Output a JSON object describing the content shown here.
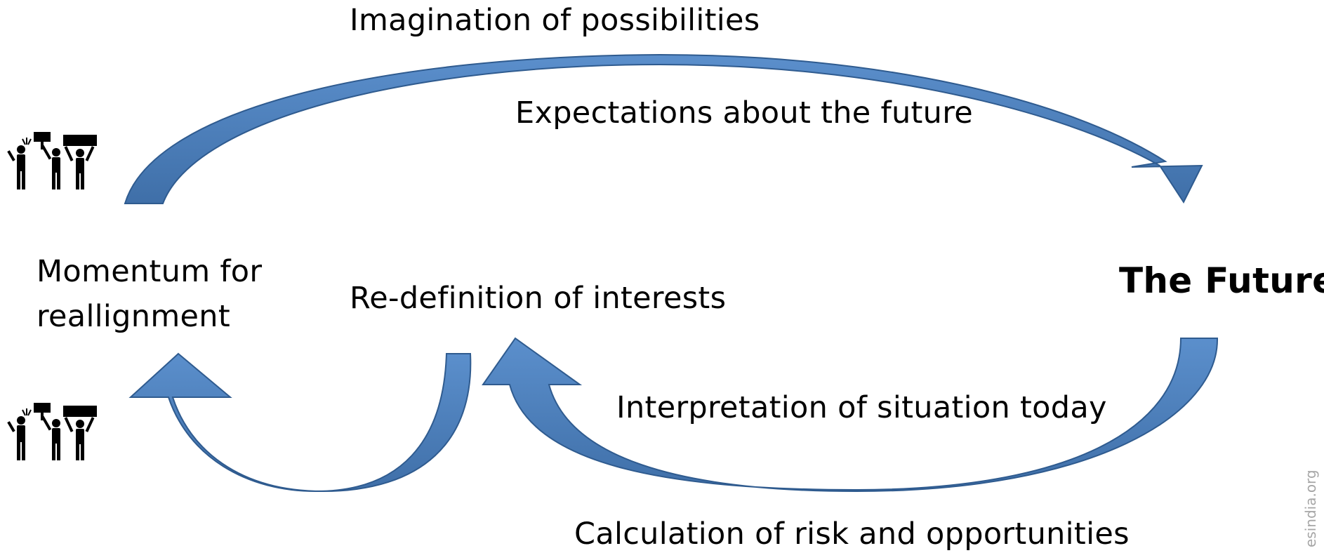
{
  "labels": {
    "imagination": "Imagination of possibilities",
    "expectations": "Expectations about the future",
    "momentum_line1": "Momentum for",
    "momentum_line2": "reallignment",
    "redefinition": "Re-definition of interests",
    "the_future": "The Future",
    "interpretation": "Interpretation of situation today",
    "calculation": "Calculation of risk and opportunities"
  },
  "watermark": "esindia.org",
  "colors": {
    "arrow_fill": "#4f81bd",
    "arrow_dark": "#3a6499",
    "arrow_stroke": "#2f5b8f",
    "icon": "#000000"
  },
  "icons": [
    "protest-group-icon",
    "protest-group-icon"
  ]
}
